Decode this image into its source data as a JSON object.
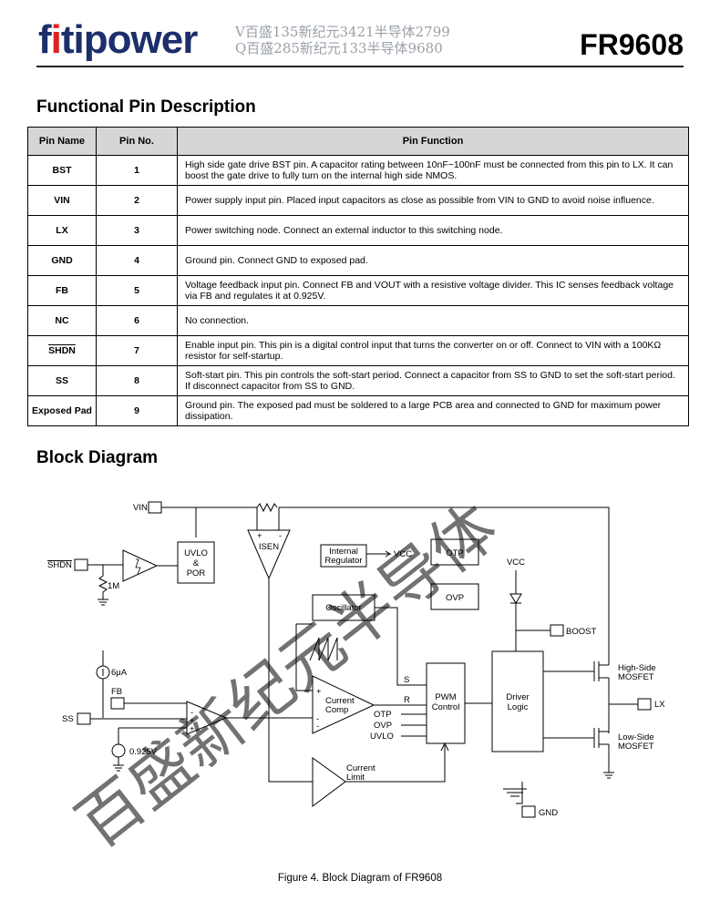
{
  "header": {
    "logo_pre": "f",
    "logo_accent": "i",
    "logo_post": "tipower",
    "contact_line1": "V百盛135新纪元3421半导体2799",
    "contact_line2": "Q百盛285新纪元133半导体9680",
    "part_number": "FR9608"
  },
  "pin_section": {
    "title": "Functional Pin Description",
    "columns": [
      "Pin Name",
      "Pin No.",
      "Pin Function"
    ],
    "rows": [
      {
        "name": "BST",
        "no": "1",
        "func": "High side gate drive BST pin. A capacitor rating between 10nF~100nF must be connected from this pin to LX. It can boost the gate drive to fully turn on the internal high side NMOS."
      },
      {
        "name": "VIN",
        "no": "2",
        "func": "Power supply input pin. Placed input capacitors as close as possible from VIN to GND to avoid noise influence."
      },
      {
        "name": "LX",
        "no": "3",
        "func": "Power switching node. Connect an external inductor to this switching node."
      },
      {
        "name": "GND",
        "no": "4",
        "func": "Ground pin. Connect GND to exposed pad."
      },
      {
        "name": "FB",
        "no": "5",
        "func": "Voltage feedback input pin. Connect FB and VOUT with a resistive voltage divider. This IC senses feedback voltage via FB and regulates it at 0.925V."
      },
      {
        "name": "NC",
        "no": "6",
        "func": "No connection."
      },
      {
        "name": "SHDN",
        "no": "7",
        "func": "Enable input pin. This pin is a digital control input that turns the converter on or off. Connect to VIN with a 100KΩ resistor for self-startup."
      },
      {
        "name": "SS",
        "no": "8",
        "func": "Soft-start pin. This pin controls the soft-start period. Connect a capacitor from SS to GND to set the soft-start period. If disconnect capacitor from SS to GND."
      },
      {
        "name": "Exposed Pad",
        "no": "9",
        "func": "Ground pin. The exposed pad must be soldered to a large PCB area and connected to GND for maximum power dissipation."
      }
    ]
  },
  "block_section": {
    "title": "Block Diagram",
    "labels": {
      "vin": "VIN",
      "shdn": "SHDN",
      "r1m": "1M",
      "uvlo1": "UVLO",
      "uvlo2": "&",
      "uvlo3": "POR",
      "isen": "ISEN",
      "plus": "+",
      "minus": "-",
      "intreg1": "Internal",
      "intreg2": "Regulator",
      "vcc_out": "VCC",
      "otp_box": "OTP",
      "ovp_box": "OVP",
      "vcc_top": "VCC",
      "osc": "Oscillator",
      "boost": "BOOST",
      "i6": "6μA",
      "fb": "FB",
      "ss": "SS",
      "vref": "0.925V",
      "cc1": "Current",
      "cc2": "Comp",
      "s": "S",
      "r": "R",
      "pwm1": "PWM",
      "pwm2": "Control",
      "otp_in": "OTP",
      "ovp_in": "OVP",
      "uvlo_in": "UVLO",
      "drv1": "Driver",
      "drv2": "Logic",
      "hs1": "High-Side",
      "hs2": "MOSFET",
      "lx": "LX",
      "ls1": "Low-Side",
      "ls2": "MOSFET",
      "cl1": "Current",
      "cl2": "Limit",
      "gnd": "GND"
    },
    "caption": "Figure 4. Block Diagram of FR9608"
  },
  "watermark": "百盛新纪元半导体"
}
